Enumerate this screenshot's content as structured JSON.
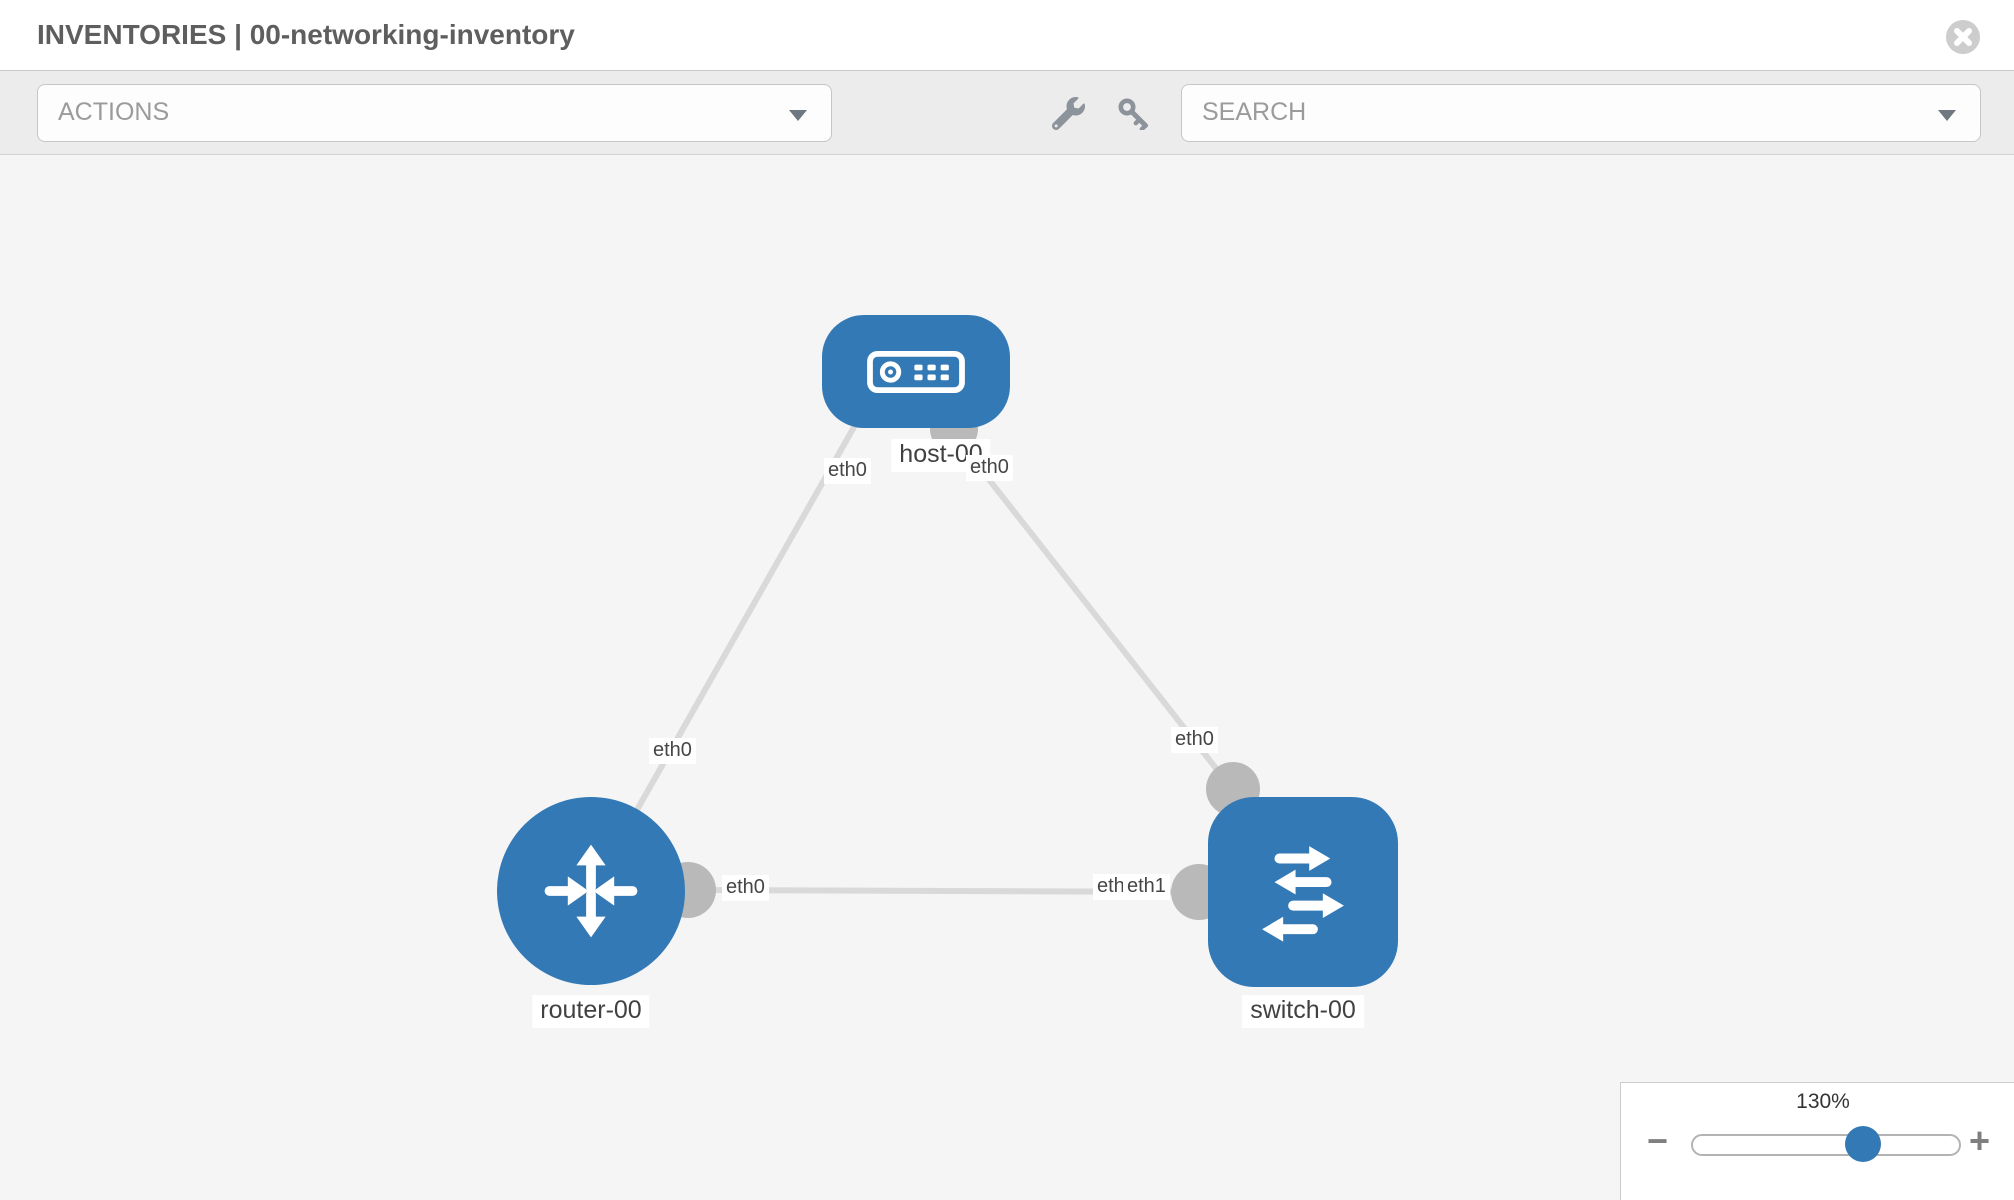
{
  "header": {
    "title": "INVENTORIES | 00-networking-inventory",
    "close_icon": "circle-x-icon"
  },
  "toolbar": {
    "actions_label": "ACTIONS",
    "search_label": "SEARCH",
    "icons": [
      "wrench-icon",
      "key-icon"
    ]
  },
  "topology": {
    "nodes": [
      {
        "id": "host-00",
        "label": "host-00",
        "type": "host",
        "icon": "server-icon"
      },
      {
        "id": "router-00",
        "label": "router-00",
        "type": "router",
        "icon": "router-icon"
      },
      {
        "id": "switch-00",
        "label": "switch-00",
        "type": "switch",
        "icon": "switch-icon"
      }
    ],
    "links": [
      {
        "source": "host-00",
        "source_interface": "eth0",
        "target": "router-00",
        "target_interface": "eth0"
      },
      {
        "source": "host-00",
        "source_interface": "eth0",
        "target": "switch-00",
        "target_interface": "eth0"
      },
      {
        "source": "router-00",
        "source_interface": "eth0",
        "target": "switch-00",
        "target_interface": "eth1"
      }
    ],
    "interface_labels": [
      "eth0",
      "eth0",
      "eth0",
      "eth0",
      "eth0",
      "eth0",
      "eth1"
    ]
  },
  "zoom_control": {
    "level": "130%",
    "minus_label": "−",
    "plus_label": "+",
    "slider_percent": 64
  },
  "colors": {
    "node_blue": "#3379b5",
    "edge_gray": "#d9d9d9",
    "connector_gray": "#b9b9b9",
    "toolbar_bg": "#ececec",
    "canvas_bg": "#f5f5f5"
  }
}
